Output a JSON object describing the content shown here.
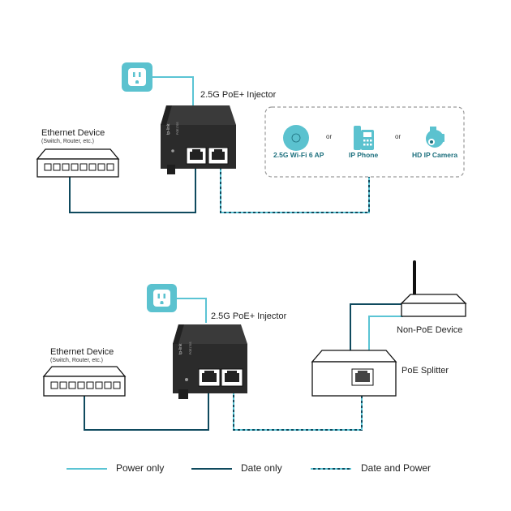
{
  "top": {
    "injector_label": "2.5G PoE+ Injector",
    "injector_brand": "tp-link",
    "injector_model": "POE170S",
    "ethernet_title": "Ethernet Device",
    "ethernet_subtitle": "(Switch, Router, etc.)",
    "devices": [
      "2.5G Wi-Fi 6 AP",
      "IP Phone",
      "HD IP Camera"
    ],
    "or_label": "or"
  },
  "bottom": {
    "injector_label": "2.5G PoE+ Injector",
    "injector_brand": "tp-link",
    "injector_model": "POE170S",
    "ethernet_title": "Ethernet Device",
    "ethernet_subtitle": "(Switch, Router, etc.)",
    "non_poe_label": "Non-PoE Device",
    "splitter_label": "PoE Splitter"
  },
  "legend": {
    "power_only": "Power only",
    "data_only": "Date only",
    "data_and_power": "Date and Power"
  },
  "colors": {
    "power_line": "#5bc4d4",
    "data_line": "#0f4a5e",
    "device_dark": "#2b2b2b",
    "device_accent": "#1c8ea3",
    "outlet_bg": "#5bc2cf"
  }
}
